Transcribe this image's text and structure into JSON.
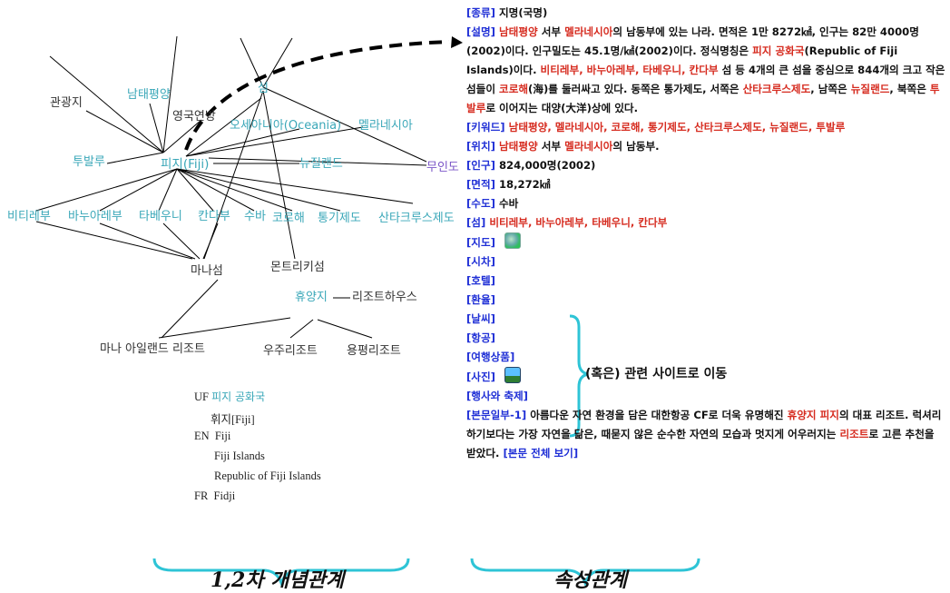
{
  "network": {
    "nodes": {
      "tourist_spot": "관광지",
      "south_pacific": "남태평양",
      "island": "섬",
      "commonwealth": "영국연방",
      "oceania": "오세아니아(Oceania)",
      "melanesia": "멜라네시아",
      "tuvalu": "투발루",
      "fiji": "피지(Fiji)",
      "new_zealand": "뉴질랜드",
      "uninhabited": "무인도",
      "viti_levu": "비티레부",
      "vanua_levu": "바누아레부",
      "taveuni": "타베우니",
      "kadavu": "칸다부",
      "suva": "수바",
      "coral_sea": "코로해",
      "tonga": "통기제도",
      "santa_cruz": "산타크루스제도",
      "mana": "마나섬",
      "montriki": "몬트리키섬",
      "resort_land": "휴양지",
      "resort_house": "리조트하우스",
      "mana_resort": "마나 아일랜드 리조트",
      "space_resort": "우주리조트",
      "yongpyong": "용평리조트"
    },
    "variants": {
      "uf_code": "UF",
      "uf_value": "피지 공화국",
      "uf_alt": "휘지[Fiji]",
      "en_code": "EN",
      "en_value1": "Fiji",
      "en_value2": "Fiji Islands",
      "en_value3": "Republic of Fiji Islands",
      "fr_code": "FR",
      "fr_value": "Fidji"
    }
  },
  "captions": {
    "left": "1,2차 개념관계",
    "right": "속성관계"
  },
  "attributes": {
    "type_tag": "[종류]",
    "type_value": "지명(국명)",
    "desc_tag": "[설명]",
    "desc": [
      {
        "t": "남태평양",
        "h": true
      },
      {
        "t": " 서부 "
      },
      {
        "t": "멜라네시아",
        "h": true
      },
      {
        "t": "의 남동부에 있는 나라. 면적은 1만 8272㎢, 인구는 82만 4000명(2002)이다. 인구밀도는 45.1명/㎢(2002)이다. 정식명칭은 "
      },
      {
        "t": "피지 공화국",
        "h": true
      },
      {
        "t": "(Republic of Fiji Islands)이다. "
      },
      {
        "t": "비티레부, 바누아레부, 타베우니, 칸다부",
        "h": true
      },
      {
        "t": " 섬 등 4개의 큰 섬을 중심으로 844개의 크고 작은 섬들이 "
      },
      {
        "t": "코로해",
        "h": true
      },
      {
        "t": "(海)를 둘러싸고 있다. 동쪽은 통가제도, 서쪽은 "
      },
      {
        "t": "산타크루스제도",
        "h": true
      },
      {
        "t": ", 남쪽은 "
      },
      {
        "t": "뉴질랜드",
        "h": true
      },
      {
        "t": ", 북쪽은 "
      },
      {
        "t": "투발루",
        "h": true
      },
      {
        "t": "로 이어지는 대양(大洋)상에 있다."
      }
    ],
    "keyword_tag": "[키워드]",
    "keyword_value": "남태평양, 멜라네시아, 코로해, 통기제도, 산타크루스제도, 뉴질랜드, 투발루",
    "location_tag": "[위치]",
    "location_parts": [
      {
        "t": "남태평양",
        "h": true
      },
      {
        "t": " 서부 "
      },
      {
        "t": "멜라네시아",
        "h": true
      },
      {
        "t": "의 남동부."
      }
    ],
    "population_tag": "[인구]",
    "population_value": "824,000명(2002)",
    "area_tag": "[면적]",
    "area_value": "18,272㎢",
    "capital_tag": "[수도]",
    "capital_value": "수바",
    "island_tag": "[섬]",
    "island_value": "비티레부, 바누아레부, 타베우니, 칸다부",
    "map_tag": "[지도]",
    "timediff_tag": "[시차]",
    "hotel_tag": "[호텔]",
    "exchange_tag": "[환율]",
    "weather_tag": "[날씨]",
    "airline_tag": "[항공]",
    "travel_tag": "[여행상품]",
    "photo_tag": "[사진]",
    "events_tag": "[행사와 축제]",
    "excerpt_tag": "[본문일부-1]",
    "excerpt": [
      {
        "t": " 아름다운 자연 환경을 담은 대한항공 CF로 더욱 유명해진 "
      },
      {
        "t": "휴양지 피지",
        "h": true
      },
      {
        "t": "의 대표 리조트. 럭셔리하기보다는 가장 자연을 닮은, 때묻지 않은 순수한 자연의 모습과 멋지게 어우러지는 "
      },
      {
        "t": "리조트",
        "h": true
      },
      {
        "t": "로 고른 추천을 받았다. "
      },
      {
        "t": "[본문 전체 보기]",
        "tag": true
      }
    ],
    "bracket_note": "(혹은) 관련 사이트로 이동"
  },
  "colors": {
    "tag": "#1f2fd6",
    "highlight": "#d62b1f",
    "teal": "#3aa7b8",
    "bracket": "#2ec4d6"
  },
  "icons": [
    "map-icon",
    "photo-icon"
  ]
}
